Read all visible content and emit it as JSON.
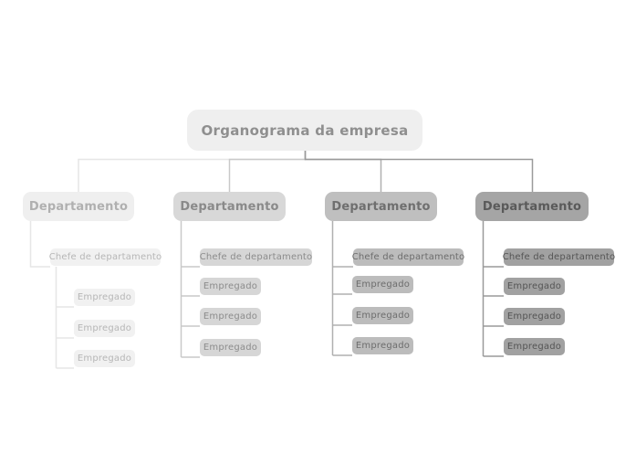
{
  "page": {
    "background": "#ffffff"
  },
  "org_chart": {
    "root": {
      "label": "Organograma da empresa",
      "bg": "#efefef",
      "text_color": "#8f8f8f",
      "line_color": "#9c9c9c"
    },
    "departments": [
      {
        "label": "Departamento",
        "bg": "#efefef",
        "text_color": "#b0b0b0",
        "line_color": "#e6e6e6",
        "child_bg": "#f1f1f1",
        "child_text_color": "#b6b6b6",
        "children": [
          {
            "label": "Chefe de departamento",
            "children": [
              {
                "label": "Empregado"
              },
              {
                "label": "Empregado"
              },
              {
                "label": "Empregado"
              }
            ]
          }
        ]
      },
      {
        "label": "Departamento",
        "bg": "#d8d8d8",
        "text_color": "#8a8a8a",
        "line_color": "#c9c9c9",
        "child_bg": "#d6d6d6",
        "child_text_color": "#8c8c8c",
        "children": [
          {
            "label": "Chefe de departamento"
          },
          {
            "label": "Empregado"
          },
          {
            "label": "Empregado"
          },
          {
            "label": "Empregado"
          }
        ]
      },
      {
        "label": "Departamento",
        "bg": "#bfbfbf",
        "text_color": "#6f6f6f",
        "line_color": "#b0b0b0",
        "child_bg": "#bcbcbc",
        "child_text_color": "#6d6d6d",
        "children": [
          {
            "label": "Chefe de departamento"
          },
          {
            "label": "Empregado"
          },
          {
            "label": "Empregado"
          },
          {
            "label": "Empregado"
          }
        ]
      },
      {
        "label": "Departamento",
        "bg": "#a5a5a5",
        "text_color": "#5a5a5a",
        "line_color": "#9a9a9a",
        "child_bg": "#a1a1a1",
        "child_text_color": "#555555",
        "children": [
          {
            "label": "Chefe de departamento"
          },
          {
            "label": "Empregado"
          },
          {
            "label": "Empregado"
          },
          {
            "label": "Empregado"
          }
        ]
      }
    ]
  }
}
